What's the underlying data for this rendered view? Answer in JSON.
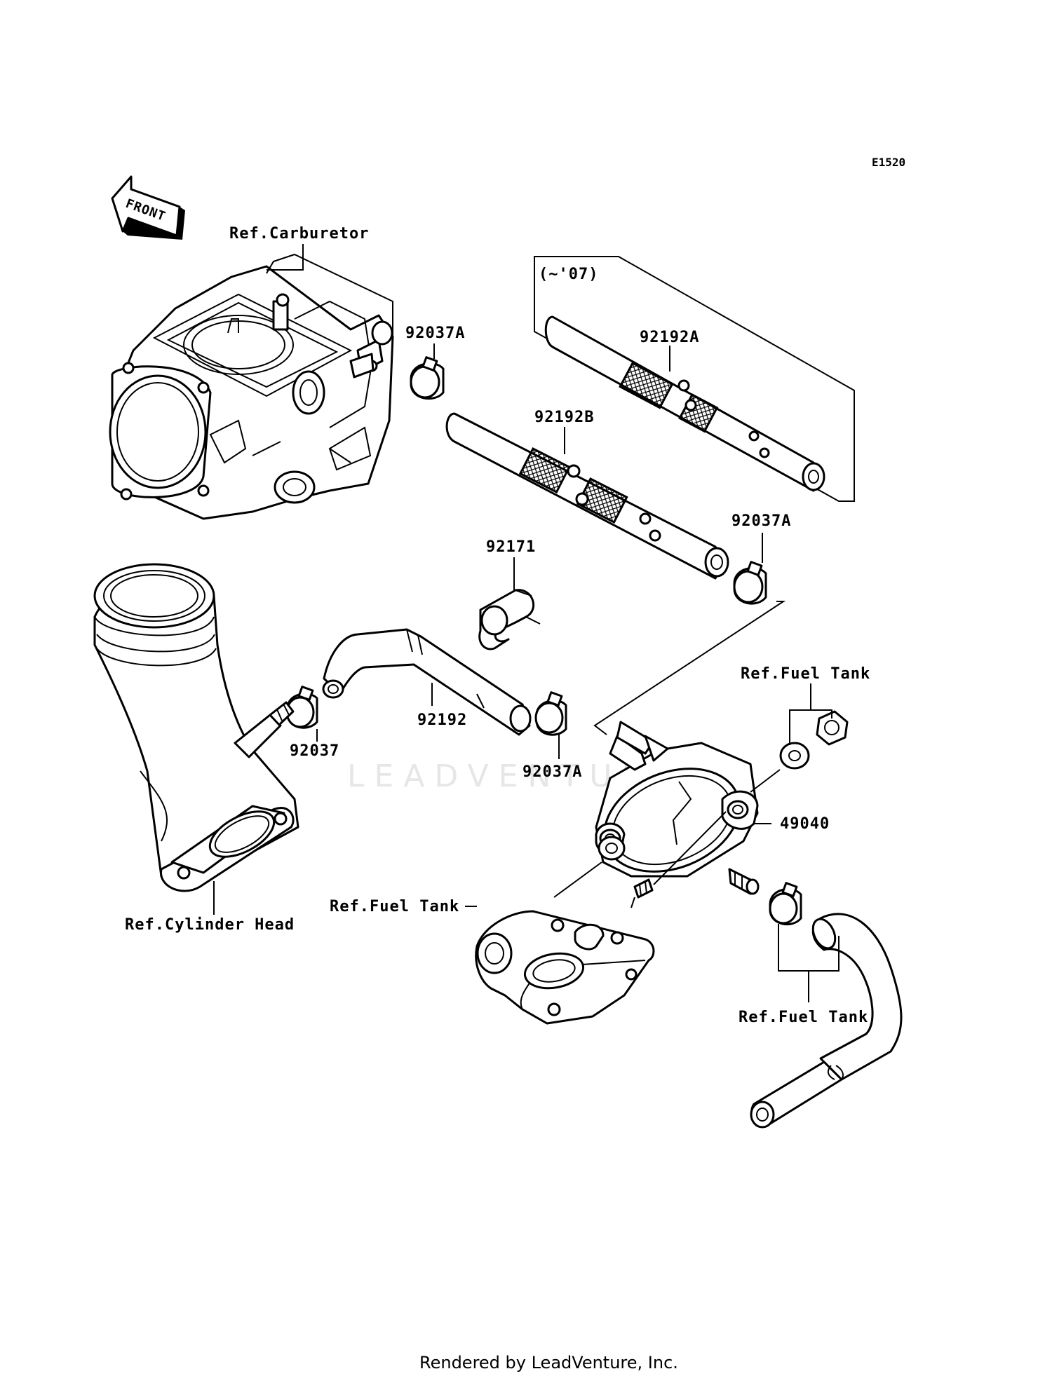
{
  "diagram_code": "E1520",
  "front_label": "FRONT",
  "watermark": "LEADVENTURE",
  "footer": "Rendered by LeadVenture, Inc.",
  "labels": {
    "ref_carburetor": "Ref.Carburetor",
    "ref_cylinder_head": "Ref.Cylinder Head",
    "ref_fuel_tank_top": "Ref.Fuel Tank",
    "ref_fuel_tank_left": "Ref.Fuel Tank",
    "ref_fuel_tank_bottom": "Ref.Fuel Tank",
    "year_range": "(~'07)"
  },
  "parts": {
    "clamp_carb": "92037A",
    "hose_b": "92192B",
    "hose_a": "92192A",
    "clamp_upper_right": "92037A",
    "holder": "92171",
    "hose": "92192",
    "clamp_left": "92037",
    "clamp_center": "92037A",
    "fuel_cock": "49040"
  }
}
